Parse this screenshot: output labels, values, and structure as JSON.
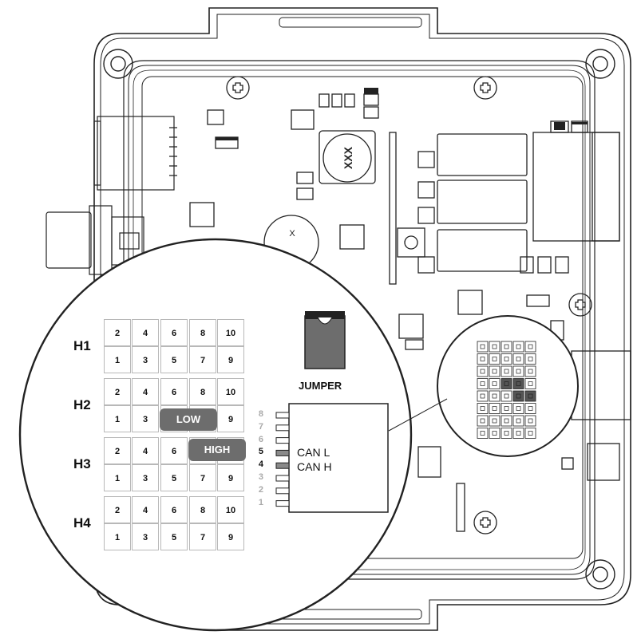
{
  "chip_marking": "XXX",
  "inductor_marking": "X",
  "headers": [
    {
      "label": "H1",
      "top": [
        "2",
        "4",
        "6",
        "8",
        "10"
      ],
      "bottom": [
        "1",
        "3",
        "5",
        "7",
        "9"
      ]
    },
    {
      "label": "H2",
      "top": [
        "2",
        "4",
        "6",
        "8",
        "10"
      ],
      "bottom": [
        "1",
        "3",
        "",
        "",
        "9"
      ]
    },
    {
      "label": "H3",
      "top": [
        "2",
        "4",
        "6",
        "",
        ""
      ],
      "bottom": [
        "1",
        "3",
        "5",
        "7",
        "9"
      ]
    },
    {
      "label": "H4",
      "top": [
        "2",
        "4",
        "6",
        "8",
        "10"
      ],
      "bottom": [
        "1",
        "3",
        "5",
        "7",
        "9"
      ]
    }
  ],
  "jumper_low_label": "LOW",
  "jumper_high_label": "HIGH",
  "jumper_legend_label": "JUMPER",
  "connector_pins": [
    "8",
    "7",
    "6",
    "5",
    "4",
    "3",
    "2",
    "1"
  ],
  "can_l_label": "CAN L",
  "can_h_label": "CAN H",
  "colors": {
    "jumper": "#6d6d6d",
    "outline": "#222222",
    "pin_border": "#b8b8b8",
    "active_pin_text": "#111111",
    "inactive_pin_text": "#aaaaaa"
  }
}
